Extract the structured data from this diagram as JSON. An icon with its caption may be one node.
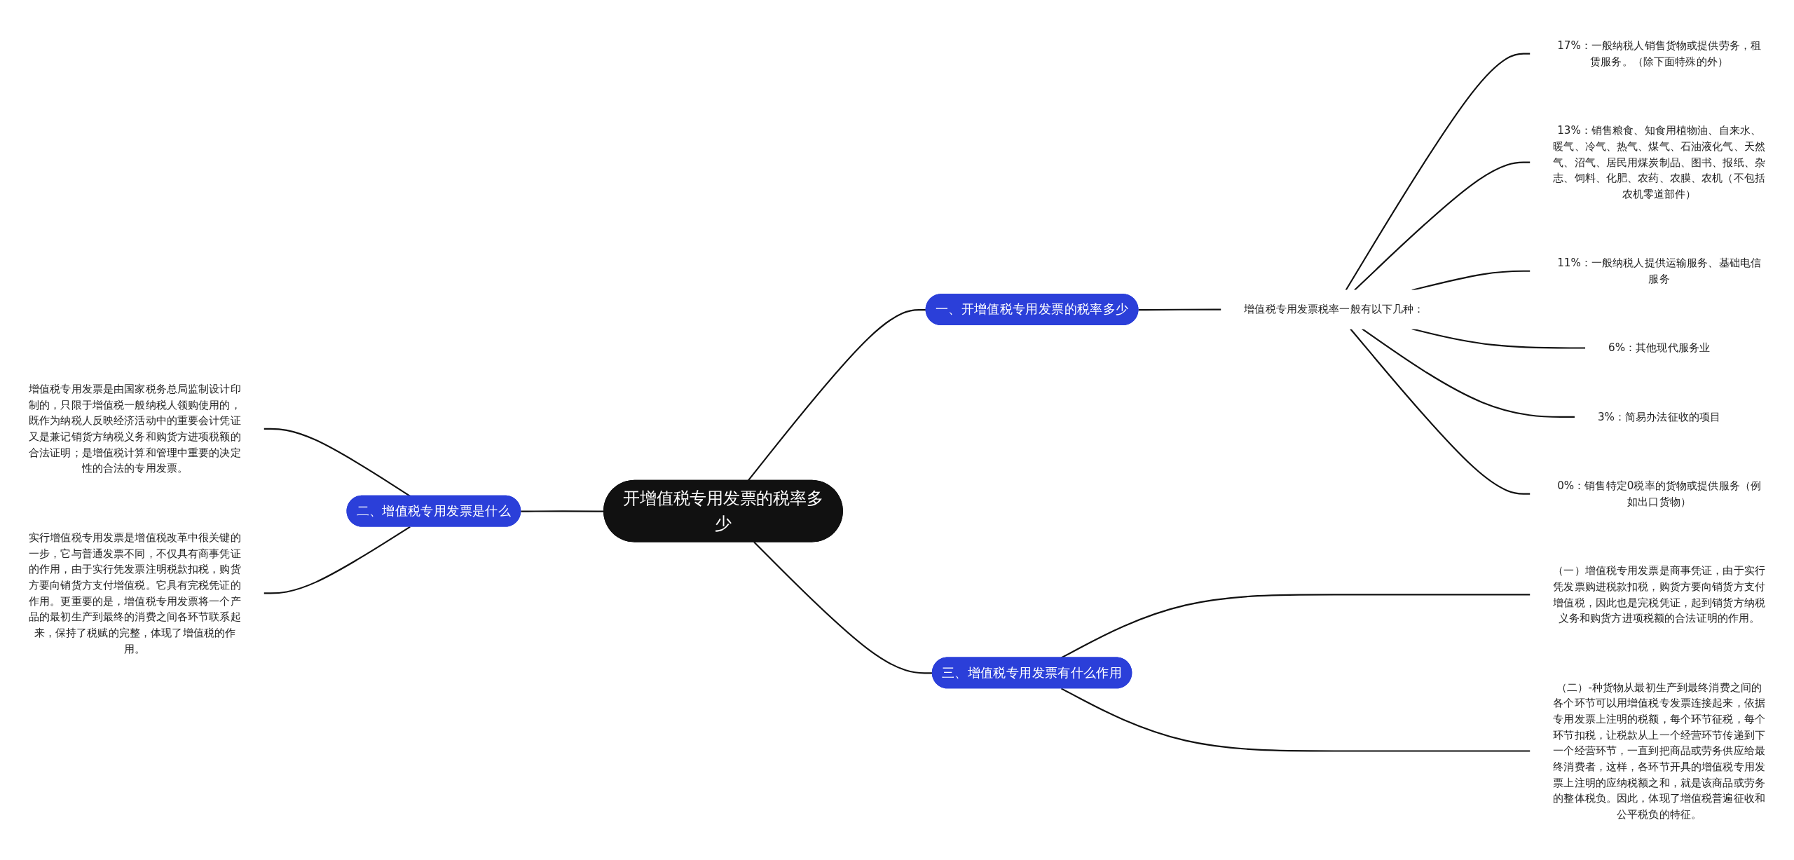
{
  "diagram": {
    "nodes": [
      {
        "text": [
          "开增值税专用发票的税率多少"
        ]
      },
      {
        "text": [
          "一、开增值税专用发票的税率多少"
        ]
      },
      {
        "text": [
          "增值税专用发票税率一般有以下几种："
        ]
      },
      {
        "text": [
          "17%：一般纳税人销售货物或提供劳务，租赁服务。（除下面特殊的外）"
        ]
      },
      {
        "text": [
          "13%：销售粮食、知食用植物油、自来水、暖气、冷气、热气、煤气、石油液化气、天然气、沼气、居民用煤炭制品、图书、报纸、杂志、饲料、化肥、农药、农膜、农机（不包括农机零道部件）"
        ]
      },
      {
        "text": [
          "11%：一般纳税人提供运输服务、基础电信服务"
        ]
      },
      {
        "text": [
          "6%：其他现代服务业"
        ]
      },
      {
        "text": [
          "3%：简易办法征收的项目"
        ]
      },
      {
        "text": [
          "0%：销售特定0税率的货物或提供服务（例如出口货物）"
        ]
      },
      {
        "text": [
          "二、增值税专用发票是什么"
        ]
      },
      {
        "text": [
          "增值税专用发票是由国家税务总局监制设计印制的，只限于增值税一般纳税人领购使用的，既作为纳税人反映经济活动中的重要会计凭证又是兼记销货方纳税义务和购货方进项税额的合法证明；是增值税计算和管理中重要的决定性的合法的专用发票。"
        ]
      },
      {
        "text": [
          "实行增值税专用发票是增值税改革中很关键的一步，它与普通发票不同，不仅具有商事凭证的作用，由于实行凭发票注明税款扣税，购货方要向销货方支付增值税。它具有完税凭证的作用。更重要的是，增值税专用发票将一个产品的最初生产到最终的消费之间各环节联系起来，保持了税赋的完整，体现了增值税的作用。"
        ]
      },
      {
        "text": [
          "三、增值税专用发票有什么作用"
        ]
      },
      {
        "text": [
          "（一）增值税专用发票是商事凭证，由于实行凭发票购进税款扣税，购货方要向销货方支付增值税，因此也是完税凭证，起到销货方纳税义务和购货方进项税额的合法证明的作用。"
        ]
      },
      {
        "text": [
          "（二）-种货物从最初生产到最终消费之间的各个环节可以用增值税专发票连接起来，依据专用发票上注明的税额，每个环节征税，每个环节扣税，让税款从上一个经营环节传递到下一个经营环节，一直到把商品或劳务供应给最终消费者，这样，各环节开具的增值税专用发票上注明的应纳税额之和，就是该商品或劳务的整体税负。因此，体现了增值税普遍征收和公平税负的特征。"
        ]
      }
    ],
    "edges": [
      {
        "from": 0,
        "to": 1,
        "arrow": "none"
      },
      {
        "from": 1,
        "to": 2,
        "arrow": "none"
      },
      {
        "from": 2,
        "to": 3,
        "arrow": "none"
      },
      {
        "from": 2,
        "to": 4,
        "arrow": "none"
      },
      {
        "from": 2,
        "to": 5,
        "arrow": "none"
      },
      {
        "from": 2,
        "to": 6,
        "arrow": "none"
      },
      {
        "from": 2,
        "to": 7,
        "arrow": "none"
      },
      {
        "from": 2,
        "to": 8,
        "arrow": "none"
      },
      {
        "from": 0,
        "to": 9,
        "arrow": "none"
      },
      {
        "from": 9,
        "to": 10,
        "arrow": "none"
      },
      {
        "from": 9,
        "to": 11,
        "arrow": "none"
      },
      {
        "from": 0,
        "to": 12,
        "arrow": "none"
      },
      {
        "from": 12,
        "to": 13,
        "arrow": "none"
      },
      {
        "from": 12,
        "to": 14,
        "arrow": "none"
      }
    ]
  }
}
